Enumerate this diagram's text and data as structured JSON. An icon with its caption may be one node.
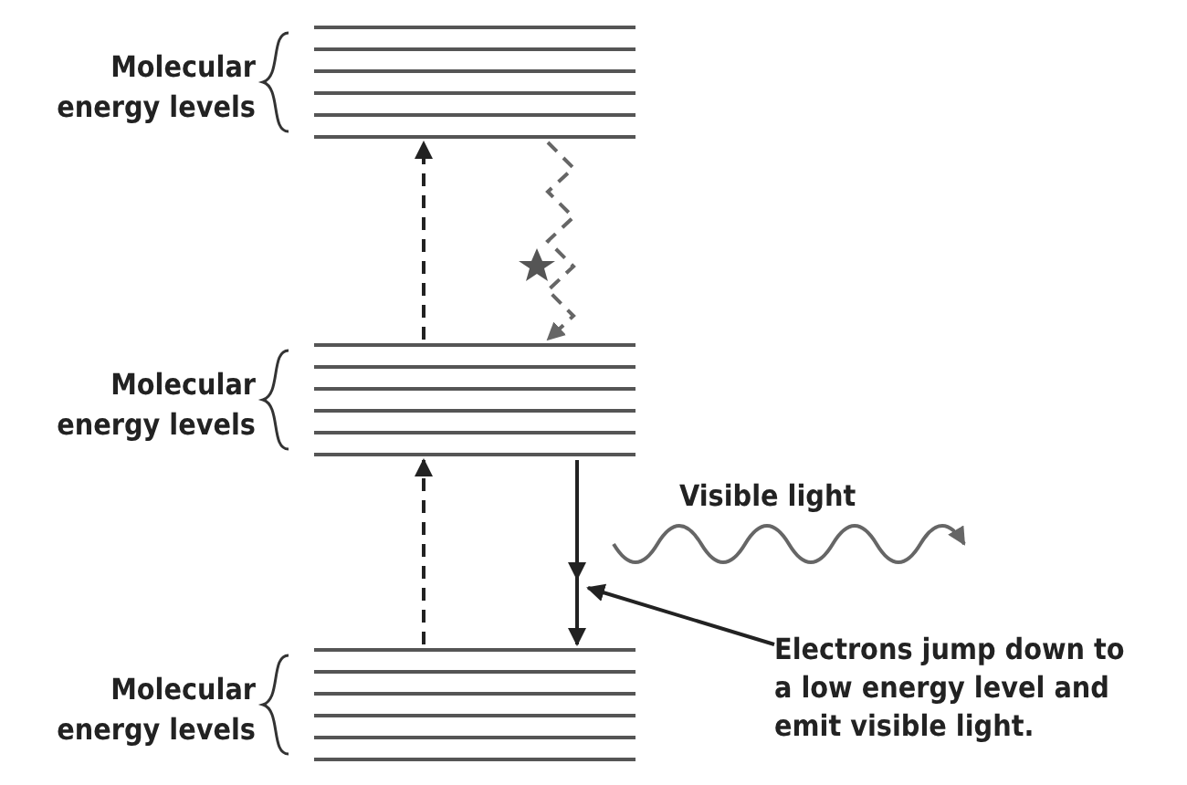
{
  "diagram": {
    "nodes": [
      {
        "text": [
          "Molecular energy levels"
        ]
      },
      {
        "text": [
          "Molecular energy levels"
        ]
      },
      {
        "text": [
          "Molecular energy levels"
        ]
      },
      {
        "text": [
          "Electrons jump down to a low energy level and emit visible light."
        ]
      }
    ],
    "edges": [
      {
        "from": 2,
        "to": 1,
        "arrow": "to",
        "style": "dashed"
      },
      {
        "from": 1,
        "to": 0,
        "arrow": "to",
        "style": "dashed"
      },
      {
        "from": 0,
        "to": 1,
        "arrow": "to",
        "style": "dashed",
        "color": "#666666"
      },
      {
        "from": 1,
        "to": 2,
        "arrow": "to"
      },
      {
        "from": 3,
        "to": null,
        "arrow": "to"
      }
    ],
    "labels": [
      "Visible light"
    ]
  }
}
